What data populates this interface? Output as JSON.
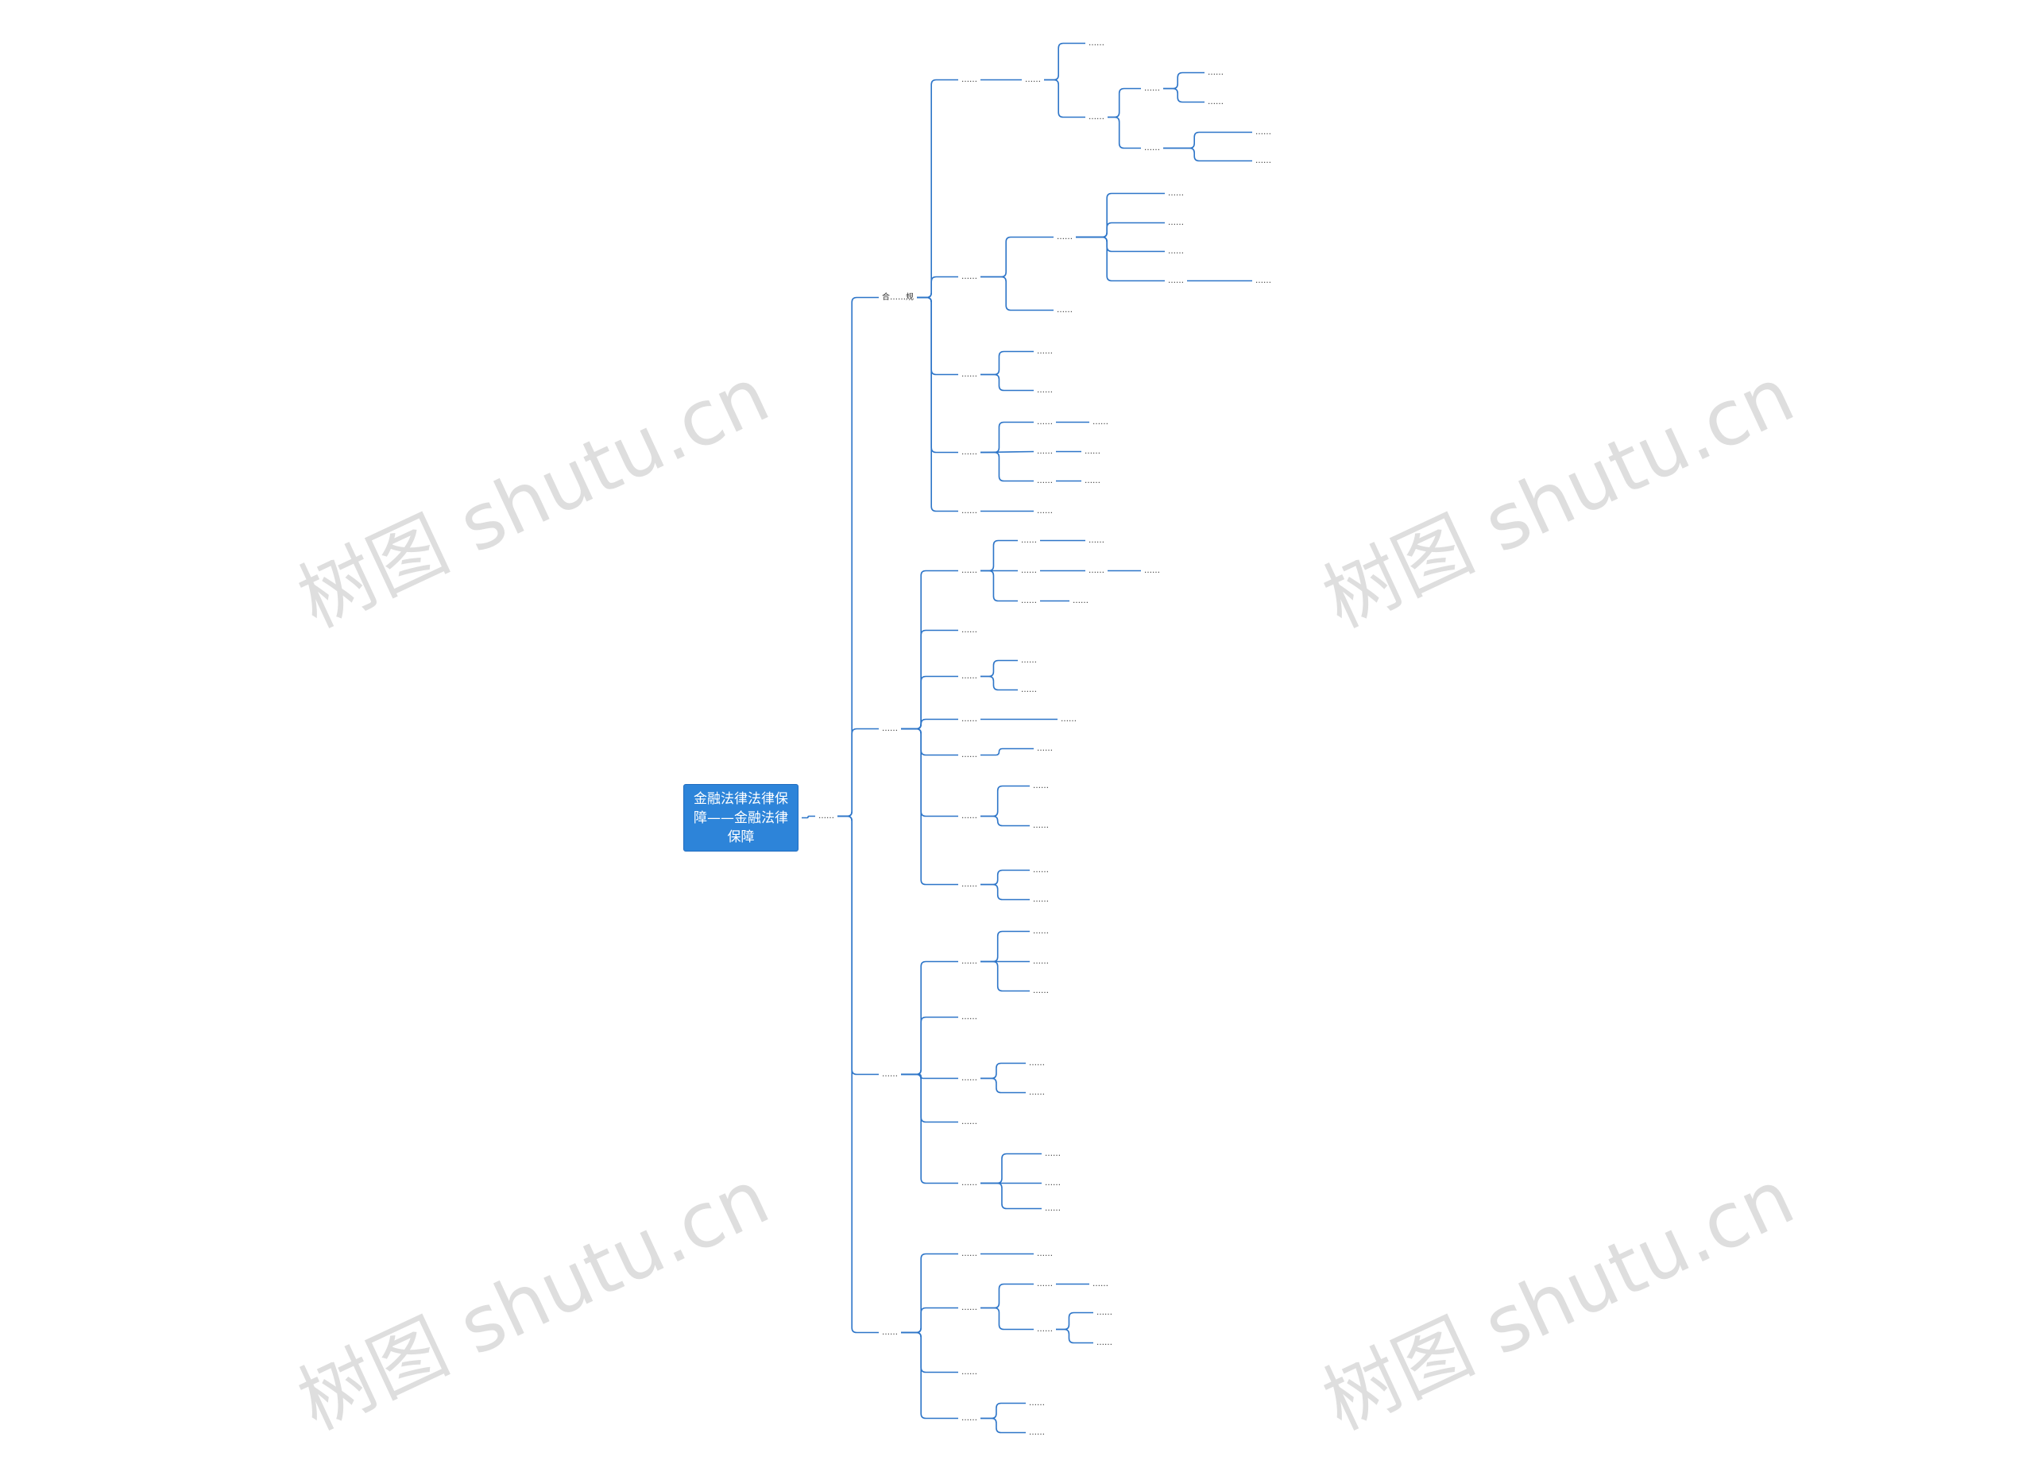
{
  "watermark": "树图 shutu.cn",
  "line_color": "#2d75c8",
  "root_color": "#2d84d9",
  "root": {
    "label": "金融法律法律保障——金融法律保障"
  },
  "nodes": {
    "l1": "……",
    "a": "合……规",
    "a1": "……",
    "a1a": "……",
    "a1a1": "……",
    "a1b": "……",
    "a1b1": "……",
    "a1b1a": "……",
    "a1b1b": "……",
    "a1b2": "……",
    "a1b2a": "……",
    "a1b2b": "……",
    "a2": "……",
    "a2a": "……",
    "a2a1": "……",
    "a2a2": "……",
    "a2a3": "……",
    "a2a4": "……",
    "a2a4x": "……",
    "a2b": "……",
    "a3": "……",
    "a3a": "……",
    "a3b": "……",
    "a4": "……",
    "a4a": "……",
    "a4ax": "……",
    "a4b": "……",
    "a4bx": "……",
    "a4c": "……",
    "a4cx": "……",
    "a5": "……",
    "a5x": "……",
    "b": "……",
    "b1": "……",
    "b1a": "……",
    "b1ax": "……",
    "b1b": "……",
    "b1bx": "……",
    "b1by": "……",
    "b1c": "……",
    "b1cx": "……",
    "b2": "……",
    "b3": "……",
    "b3a": "……",
    "b3b": "……",
    "b4": "……",
    "b4x": "……",
    "b5": "……",
    "b5x": "……",
    "b6": "……",
    "b6a": "……",
    "b6b": "……",
    "b7": "……",
    "b7a": "……",
    "b7b": "……",
    "c": "……",
    "c1": "……",
    "c1a": "……",
    "c1b": "……",
    "c1c": "……",
    "c2": "……",
    "c3": "……",
    "c3a": "……",
    "c3b": "……",
    "c4": "……",
    "c5": "……",
    "c5a": "……",
    "c5b": "……",
    "c5c": "……",
    "d": "……",
    "d1": "……",
    "d1x": "……",
    "d2": "……",
    "d2a": "……",
    "d2ax": "……",
    "d2b": "……",
    "d2b1": "……",
    "d2b2": "……",
    "d3": "……",
    "d4": "……",
    "d4a": "……",
    "d4b": "……"
  }
}
